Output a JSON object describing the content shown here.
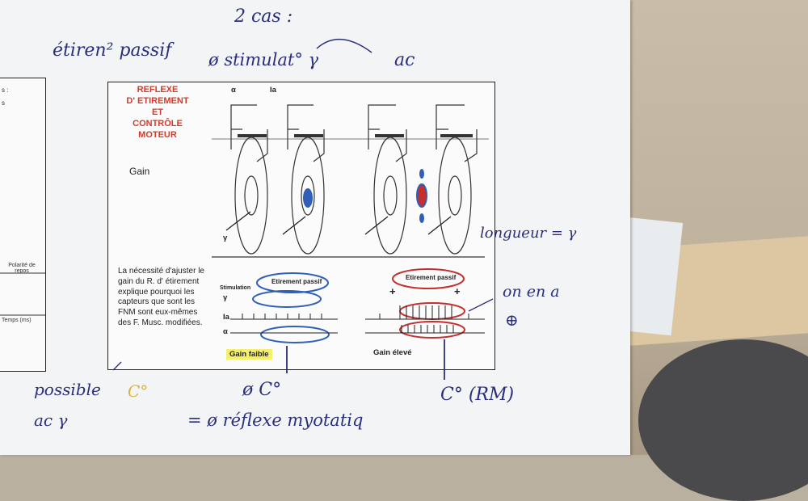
{
  "diagram": {
    "title": "REFLEXE\nD' ETIREMENT\nET\nCONTRÔLE\nMOTEUR",
    "gain_label": "Gain",
    "paragraph": "La nécessité d'ajuster le gain du R. d' étirement explique pourquoi les capteurs que sont les FNM sont eux-mêmes des F. Musc. modifiées.",
    "alpha": "α",
    "ia": "Ia",
    "gamma": "γ",
    "stimulation": "Stimulation",
    "etirement_passif": "Etirement passif",
    "gain_faible": "Gain faible",
    "gain_eleve": "Gain élevé",
    "plus": "+"
  },
  "left_panel": {
    "top_text": "s :",
    "s": "s",
    "polarite": "Polarité de repos",
    "temps": "Temps (ms)"
  },
  "handwriting": {
    "deux_cas": "2 cas :",
    "etirement_passif": "étiren² passif",
    "stimulation_gamma": "ø stimulat° γ",
    "ac": "ac",
    "longueur": "longueur = γ",
    "on_en_a": "on en a",
    "plus_circle": "⊕",
    "possible": "possible",
    "ac_gamma": "ac γ",
    "c_symbol": "C°",
    "zero_c": "ø C°",
    "reflexe_myotatique": "= ø réflexe myotatiq",
    "c_rm": "C° (RM)"
  },
  "colors": {
    "red_title": "#d23a2a",
    "ink_blue": "#2a2f7c",
    "diagram_blue": "#2f5fb8",
    "diagram_red": "#c23030",
    "highlight": "#f5f06b"
  }
}
